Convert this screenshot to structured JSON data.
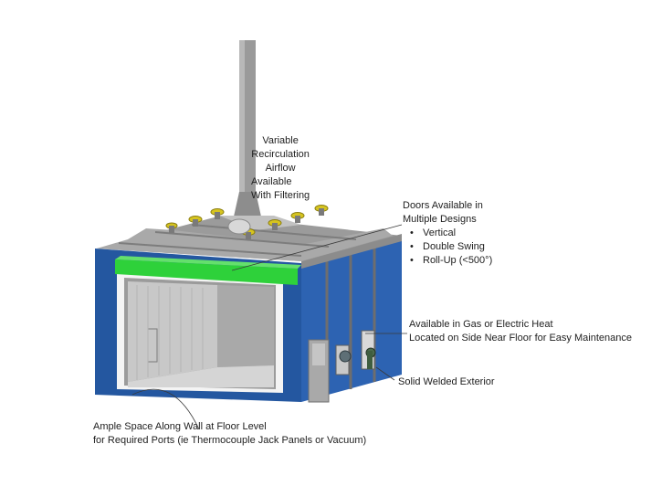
{
  "callouts": {
    "airflow": [
      "Variable",
      "Recirculation",
      "Airflow",
      "Available",
      "With Filtering"
    ],
    "doors_title": [
      "Doors Available in",
      "Multiple Designs"
    ],
    "doors_options": [
      "Vertical",
      "Double Swing",
      "Roll-Up (<500°)"
    ],
    "heat": [
      "Available in Gas or Electric Heat",
      "Located on Side Near Floor for Easy Maintenance"
    ],
    "exterior": "Solid Welded Exterior",
    "floor_ports": [
      "Ample Space Along Wall at Floor Level",
      "for Required Ports (ie Thermocouple Jack Panels or Vacuum)"
    ]
  },
  "colors": {
    "panel_blue": "#2457a0",
    "frame_gray": "#8c8c8c",
    "door_green": "#2ed13a",
    "fan_yellow": "#d6c420"
  }
}
